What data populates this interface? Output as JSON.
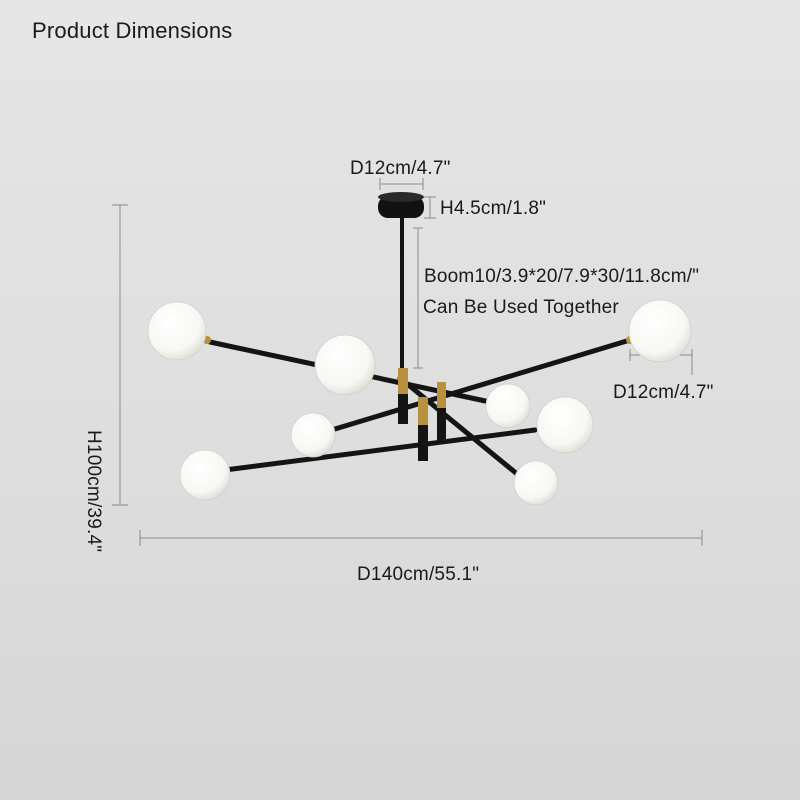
{
  "title": "Product Dimensions",
  "dimensions": {
    "canopy_diameter": "D12cm/4.7\"",
    "canopy_height": "H4.5cm/1.8\"",
    "boom_lengths": "Boom10/3.9*20/7.9*30/11.8cm/\"",
    "boom_note": "Can Be Used Together",
    "globe_diameter": "D12cm/4.7\"",
    "overall_diameter": "D140cm/55.1\"",
    "overall_height": "H100cm/39.4\""
  },
  "colors": {
    "background": "#e1e1e1",
    "frame": "#141414",
    "brass": "#b8903e",
    "globe": "#fbfbf8",
    "dimension_line": "#8a8a8a"
  }
}
